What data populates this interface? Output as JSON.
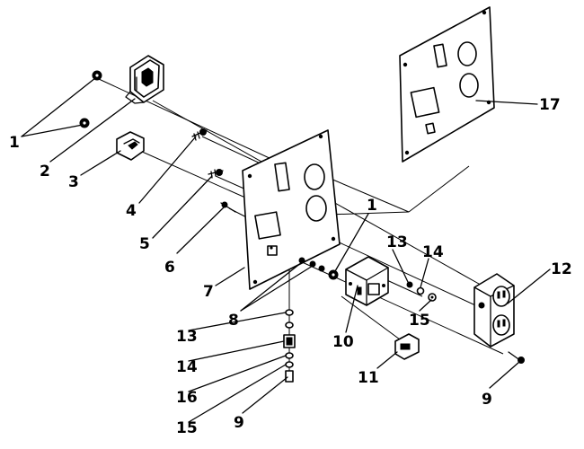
{
  "diagram": {
    "callouts": {
      "c1a": "1",
      "c1b": "1",
      "c2": "2",
      "c3": "3",
      "c4": "4",
      "c5": "5",
      "c6": "6",
      "c7": "7",
      "c8": "8",
      "c9a": "9",
      "c9b": "9",
      "c10": "10",
      "c11": "11",
      "c12": "12",
      "c13a": "13",
      "c13b": "13",
      "c14a": "14",
      "c14b": "14",
      "c15a": "15",
      "c15b": "15",
      "c16": "16",
      "c17": "17"
    }
  }
}
